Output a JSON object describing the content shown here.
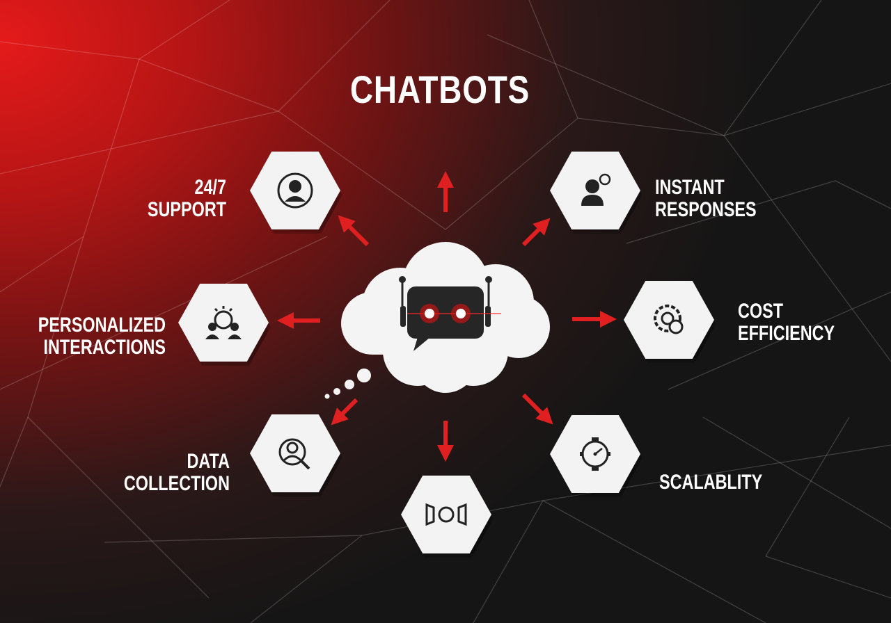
{
  "title": "CHATBOTS",
  "colors": {
    "accent": "#e02020",
    "hex_fill": "#f3f3f3",
    "icon": "#222222"
  },
  "center": {
    "icon": "robot-chat-icon"
  },
  "features": [
    {
      "id": "support",
      "line1": "24/7",
      "line2": "SUPPORT",
      "icon": "user-circle-icon"
    },
    {
      "id": "instant",
      "line1": "INSTANT",
      "line2": "RESPONSES",
      "icon": "user-reply-icon"
    },
    {
      "id": "personalized",
      "line1": "PERSONALIZED",
      "line2": "INTERACTIONS",
      "icon": "group-connect-icon"
    },
    {
      "id": "cost",
      "line1": "COST",
      "line2": "EFFICIENCY",
      "icon": "gear-coin-icon"
    },
    {
      "id": "data",
      "line1": "DATA",
      "line2": "COLLECTION",
      "icon": "user-search-icon"
    },
    {
      "id": "scalability",
      "line1": "SCALABLITY",
      "icon": "stopwatch-icon"
    },
    {
      "id": "bottom",
      "icon": "bowtie-icon"
    }
  ]
}
